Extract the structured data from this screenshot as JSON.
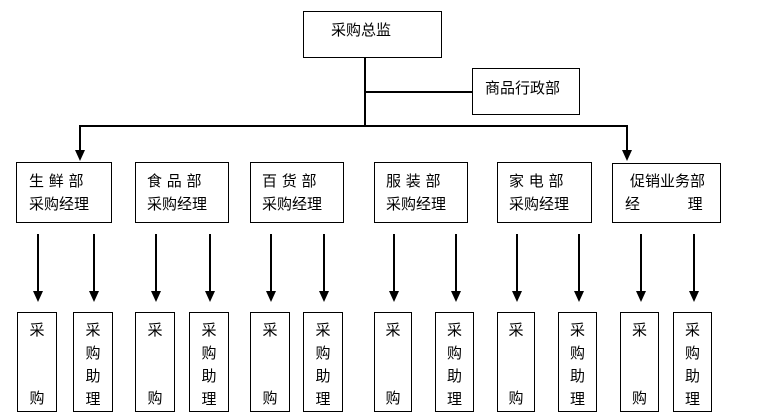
{
  "director": {
    "label": "采购总监"
  },
  "admin": {
    "label": "商品行政部"
  },
  "departments": [
    {
      "line1": "生 鲜 部",
      "line2": "采购经理",
      "staff": [
        "采",
        "购"
      ],
      "assistant": [
        "采",
        "购",
        "助",
        "理"
      ]
    },
    {
      "line1": "食 品 部",
      "line2": "采购经理",
      "staff": [
        "采",
        "购"
      ],
      "assistant": [
        "采",
        "购",
        "助",
        "理"
      ]
    },
    {
      "line1": "百 货 部",
      "line2": "采购经理",
      "staff": [
        "采",
        "购"
      ],
      "assistant": [
        "采",
        "购",
        "助",
        "理"
      ]
    },
    {
      "line1": "服 装 部",
      "line2": "采购经理",
      "staff": [
        "采",
        "购"
      ],
      "assistant": [
        "采",
        "购",
        "助",
        "理"
      ]
    },
    {
      "line1": "家 电 部",
      "line2": "采购经理",
      "staff": [
        "采",
        "购"
      ],
      "assistant": [
        "采",
        "购",
        "助",
        "理"
      ]
    },
    {
      "line1": "促销业务部",
      "line2": "经          理",
      "staff": [
        "采",
        "购"
      ],
      "assistant": [
        "采",
        "购",
        "助",
        "理"
      ]
    }
  ]
}
